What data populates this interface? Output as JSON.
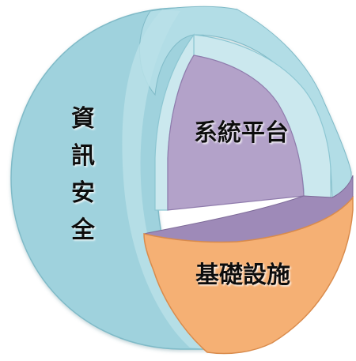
{
  "layers": {
    "outer": {
      "label": "資訊安全",
      "color": "#9fd2dd"
    },
    "middle": {
      "label": "系統平台",
      "color": "#b3a2c9"
    },
    "core": {
      "label": "基礎設施",
      "color": "#f5b074"
    }
  },
  "colors": {
    "outer_rim": "#b2dde6",
    "inner_frame": "#cbe8ee",
    "purple_band": "#9e8ab8",
    "outline": "#4a8fa0"
  }
}
